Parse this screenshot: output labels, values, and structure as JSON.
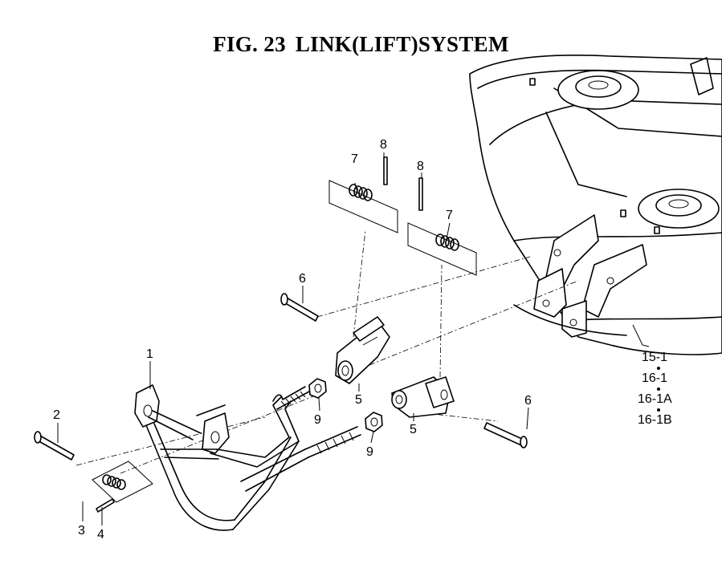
{
  "title": {
    "fig": "FIG. 23",
    "name": "LINK(LIFT)SYSTEM"
  },
  "callouts": {
    "c1": "1",
    "c2": "2",
    "c3": "3",
    "c4": "4",
    "c5a": "5",
    "c5b": "5",
    "c6a": "6",
    "c6b": "6",
    "c7a": "7",
    "c7b": "7",
    "c8a": "8",
    "c8b": "8",
    "c9a": "9",
    "c9b": "9"
  },
  "ref_list": [
    "15-1",
    "16-1",
    "16-1A",
    "16-1B"
  ]
}
